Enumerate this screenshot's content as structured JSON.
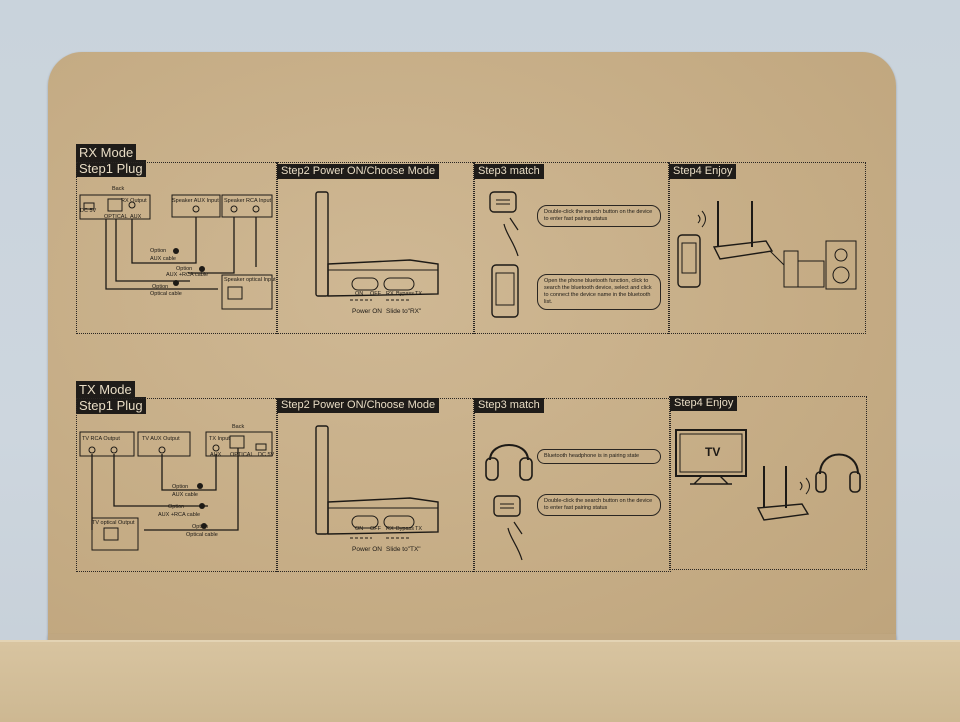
{
  "rx": {
    "mode_label": "RX Mode",
    "step1_label": "Step1 Plug",
    "step2_label": "Step2 Power ON/Choose Mode",
    "step3_label": "Step3 match",
    "step4_label": "Step4 Enjoy",
    "back": "Back",
    "dc5v": "DC 5V",
    "optical": "OPTICAL",
    "aux": "AUX",
    "rx_output": "RX Output",
    "speaker_aux_input": "Speaker AUX Input",
    "speaker_rca_input": "Speaker RCA Input",
    "option1": "Option",
    "aux_cable": "AUX cable",
    "option2": "Option",
    "aux_rca_cable": "AUX +RCA cable",
    "option3": "Option",
    "optical_cable": "Optical cable",
    "speaker_optical_input": "Speaker optical Input",
    "switch_on": "ON",
    "switch_off": "OFF",
    "switch_rx": "RX",
    "switch_bypass": "Bypass",
    "switch_tx": "TX",
    "power_on": "Power ON",
    "slide_to": "Slide to\"RX\"",
    "bubble1": "Double-click the search button on the device to enter fast pairing status",
    "bubble2": "Open the phone bluetooth function, click to search the bluetooth device, select and click to connect the device name in the bluetooth list."
  },
  "tx": {
    "mode_label": "TX Mode",
    "step1_label": "Step1 Plug",
    "step2_label": "Step2 Power ON/Choose Mode",
    "step3_label": "Step3 match",
    "step4_label": "Step4 Enjoy",
    "back": "Back",
    "tv_rca_output": "TV RCA Output",
    "tv_aux_output": "TV AUX Output",
    "tx_input": "TX Input",
    "aux": "AUX",
    "optical": "OPTICAL",
    "dc5v": "DC 5V",
    "option1": "Option",
    "aux_cable": "AUX cable",
    "option2": "Option",
    "aux_rca_cable": "AUX +RCA cable",
    "option3": "Option",
    "optical_cable": "Optical cable",
    "tv_optical_output": "TV optical Output",
    "switch_on": "ON",
    "switch_off": "OFF",
    "switch_rx": "RX",
    "switch_bypass": "Bypass",
    "switch_tx": "TX",
    "power_on": "Power ON",
    "slide_to": "Slide to\"TX\"",
    "bubble1": "Bluetooth headphone is in pairing state",
    "bubble2": "Double-click the search button on the device to enter fast pairing status",
    "tv": "TV"
  }
}
